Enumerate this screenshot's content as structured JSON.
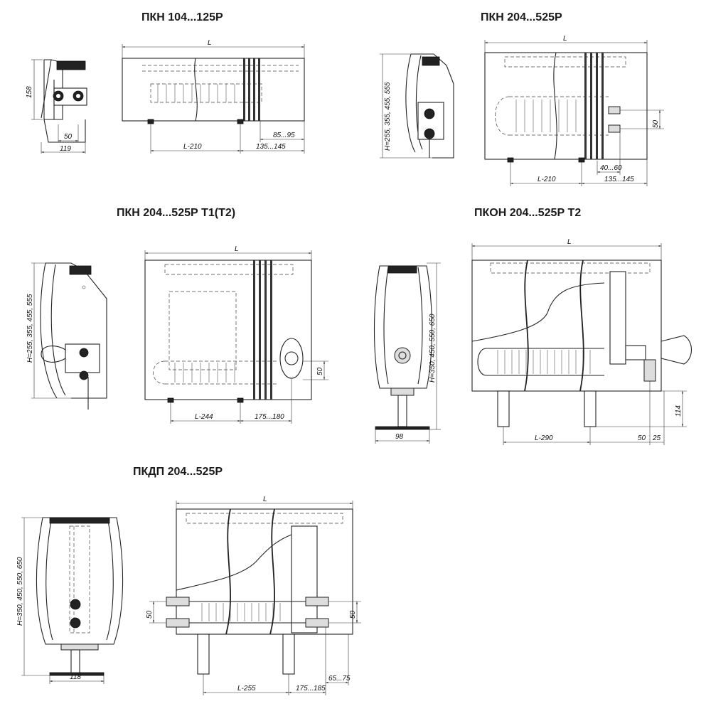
{
  "drawings": [
    {
      "title": "ПКН 104...125Р",
      "dims": {
        "L": "L",
        "height": "158",
        "pipe_spacing": "50",
        "depth": "119",
        "base": "L-210",
        "offset_a": "85...95",
        "offset_b": "135...145"
      }
    },
    {
      "title": "ПКН 204...525Р",
      "dims": {
        "L": "L",
        "height": "H=255, 355, 455, 555",
        "pipe_spacing": "50",
        "base": "L-210",
        "offset_a": "40...60",
        "offset_b": "135...145"
      }
    },
    {
      "title": "ПКН 204...525Р Т1(Т2)",
      "dims": {
        "L": "L",
        "height": "H=255, 355, 455, 555",
        "pipe_spacing": "50",
        "base": "L-244",
        "offset_b": "175...180"
      }
    },
    {
      "title": "ПКОН 204...525Р Т2",
      "dims": {
        "L": "L",
        "height": "H=350, 450, 550, 650",
        "depth": "98",
        "base": "L-290",
        "leg": "114",
        "offset_a": "50",
        "offset_c": "25"
      }
    },
    {
      "title": "ПКДП 204...525Р",
      "dims": {
        "L": "L",
        "height": "H=350, 450, 550, 650",
        "depth": "118",
        "pipe_spacing": "50",
        "pipe_spacing_right": "50",
        "base": "L-255",
        "offset_a": "65...75",
        "offset_b": "175...185"
      }
    }
  ]
}
